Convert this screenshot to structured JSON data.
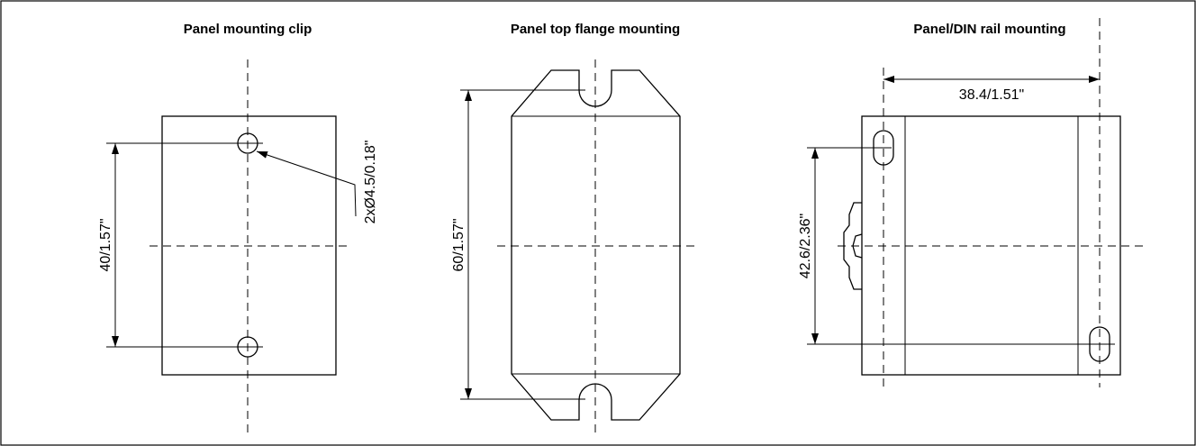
{
  "panels": {
    "clip": {
      "title": "Panel mounting clip",
      "dim_vertical": "40/1.57\"",
      "dim_hole": "2xØ4.5/0.18\""
    },
    "flange": {
      "title": "Panel top flange mounting",
      "dim_vertical": "60/1.57\""
    },
    "din": {
      "title": "Panel/DIN rail mounting",
      "dim_horizontal": "38.4/1.51\"",
      "dim_vertical": "42.6/2.36\""
    }
  },
  "colors": {
    "line": "#000000",
    "background": "#ffffff"
  }
}
